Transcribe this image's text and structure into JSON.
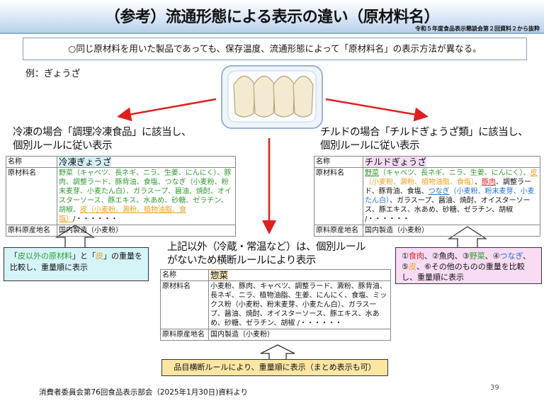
{
  "header": {
    "title": "（参考）流通形態による表示の違い（原材料名）",
    "subtitle": "令和５年度食品表示懇談会第２回資料２から抜粋"
  },
  "summary": "○同じ原材料を用いた製品であっても、保存温度、流通形態によって「原材料名」の表示方法が異なる。",
  "example": "例：ぎょうざ",
  "left": {
    "heading1": "冷凍の場合「調理冷凍食品」に該当し、",
    "heading2": "個別ルールに従い表示",
    "name_label": "名称",
    "name": "冷凍ぎょうざ",
    "ingredients_label": "原材料名",
    "ingredients": [
      {
        "t": "野菜（キャベツ、長ネギ、ニラ、生姜、にんにく）、豚肉、調整ラード、豚背油、食塩、つなぎ（小麦粉、粉末麦芽、小麦たん白）、ガラスープ、醤油、焼酎、オイスターソース、豚エキス、水あめ、砂糖、ゼラチン、胡椒、",
        "c": "#2e9a2e"
      },
      {
        "t": "皮（小麦粉、澱粉、植物油脂、食塩）",
        "c": "#f0a020",
        "u": true
      },
      {
        "t": "/・・・・・・",
        "c": "#111"
      }
    ],
    "origin_label": "原料原産地名",
    "origin": "国内製造（小麦粉）",
    "callout": [
      {
        "t": "「"
      },
      {
        "t": "皮以外の原材料",
        "c": "#2e9a2e"
      },
      {
        "t": "」と「"
      },
      {
        "t": "皮",
        "c": "#f0a020"
      },
      {
        "t": "」の重量を比較し、重量順に表示"
      }
    ]
  },
  "right": {
    "heading1": "チルドの場合「チルドぎょうざ類」に該当し、",
    "heading2": "個別ルールに従い表示",
    "name_label": "名称",
    "name": "チルドぎょうざ",
    "ingredients_label": "原材料名",
    "ingredients": [
      {
        "t": "野菜",
        "c": "#2e9a2e",
        "u": true
      },
      {
        "t": "（キャベツ、長ネギ、ニラ、生姜、にんにく）、",
        "c": "#2e9a2e"
      },
      {
        "t": "皮",
        "c": "#f0a020",
        "u": true
      },
      {
        "t": "（小麦粉、澱粉、植物油脂、食塩）",
        "c": "#f0a020"
      },
      {
        "t": "、",
        "c": "#111"
      },
      {
        "t": "豚肉",
        "c": "#e8202a",
        "u": true
      },
      {
        "t": "、調整ラード、豚背油、食塩、",
        "c": "#111"
      },
      {
        "t": "つなぎ",
        "c": "#2a6fd6",
        "u": true
      },
      {
        "t": "（小麦粉、粉末麦芽、小麦たん白）",
        "c": "#2a6fd6"
      },
      {
        "t": "、ガラスープ、醤油、焼酎、オイスターソース、豚エキス、水あめ、砂糖、ゼラチン、胡椒 /・・・・・・",
        "c": "#111"
      }
    ],
    "origin_label": "原料原産地名",
    "origin": "国内製造（小麦粉）",
    "callout": [
      {
        "t": "①"
      },
      {
        "t": "食肉",
        "c": "#e8202a"
      },
      {
        "t": "、②魚肉、③"
      },
      {
        "t": "野菜",
        "c": "#2e9a2e"
      },
      {
        "t": "、④"
      },
      {
        "t": "つなぎ",
        "c": "#2a6fd6"
      },
      {
        "t": "、⑤"
      },
      {
        "t": "皮",
        "c": "#f0a020"
      },
      {
        "t": "、⑥その他のものの重量を比較し、重量順に表示"
      }
    ]
  },
  "middle": {
    "heading1": "上記以外（冷蔵・常温など）は、個別ルール",
    "heading2": "がないため横断ルールにより表示",
    "name_label": "名称",
    "name": "惣菜",
    "ingredients_label": "原材料名",
    "ingredients": "小麦粉、豚肉、キャベツ、調整ラード、澱粉、豚背油、長ネギ、ニラ、植物油脂、生姜、にんにく、食塩、ミックス粉（小麦粉、粉末麦芽、小麦たん白）、ガラスープ、醤油、焼酎、オイスターソース、豚エキス、水あめ、砂糖、ゼラチン、胡椒 /・・・・・・",
    "origin_label": "原料原産地名",
    "origin": "国内製造（小麦粉）",
    "callout": "品目横断ルールにより、重量順に表示（まとめ表示も可）"
  },
  "footer": "消費者委員会第76回食品表示部会（2025年1月30日)資料より",
  "page_number": "39",
  "colors": {
    "arrow": "#e02020",
    "left_callout": "#d5f4f8",
    "right_callout": "#f7dcf3",
    "middle_callout": "#fde6a4"
  }
}
